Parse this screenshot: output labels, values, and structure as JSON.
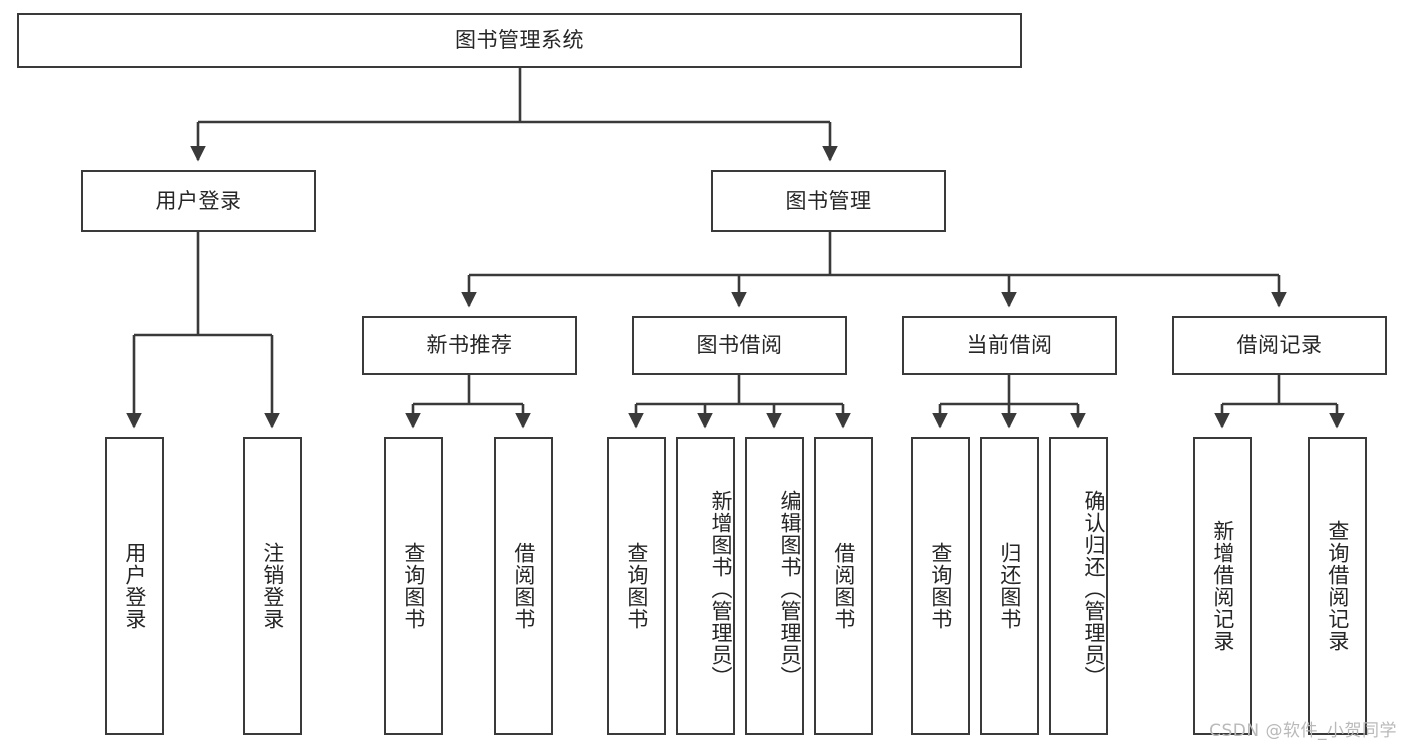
{
  "diagram": {
    "title": "图书管理系统",
    "type": "tree-hierarchy",
    "watermark": "CSDN @软件_小贺同学",
    "colors": {
      "border": "#3a3a3a",
      "background": "#ffffff",
      "text": "#262626",
      "edge": "#3a3a3a",
      "watermark": "#b9b9b9"
    }
  },
  "nodes": {
    "root": {
      "label": "图书管理系统",
      "level": 1
    },
    "user_login": {
      "label": "用户登录",
      "level": 2
    },
    "book_manage": {
      "label": "图书管理",
      "level": 2
    },
    "new_book_rec": {
      "label": "新书推荐",
      "level": 3
    },
    "book_borrow": {
      "label": "图书借阅",
      "level": 3
    },
    "current_borrow": {
      "label": "当前借阅",
      "level": 3
    },
    "borrow_record": {
      "label": "借阅记录",
      "level": 3
    },
    "leaf_user_login": {
      "label": "用户登录",
      "level": 4
    },
    "leaf_logout": {
      "label": "注销登录",
      "level": 4
    },
    "leaf_query_book_1": {
      "label": "查询图书",
      "level": 4
    },
    "leaf_borrow_book_1": {
      "label": "借阅图书",
      "level": 4
    },
    "leaf_query_book_2": {
      "label": "查询图书",
      "level": 4
    },
    "leaf_add_book": {
      "label": "新增图书（管理员）",
      "level": 4
    },
    "leaf_edit_book": {
      "label": "编辑图书（管理员）",
      "level": 4
    },
    "leaf_borrow_book_2": {
      "label": "借阅图书",
      "level": 4
    },
    "leaf_query_book_3": {
      "label": "查询图书",
      "level": 4
    },
    "leaf_return_book": {
      "label": "归还图书",
      "level": 4
    },
    "leaf_confirm_return": {
      "label": "确认归还（管理员）",
      "level": 4
    },
    "leaf_add_record": {
      "label": "新增借阅记录",
      "level": 4
    },
    "leaf_query_record": {
      "label": "查询借阅记录",
      "level": 4
    }
  }
}
